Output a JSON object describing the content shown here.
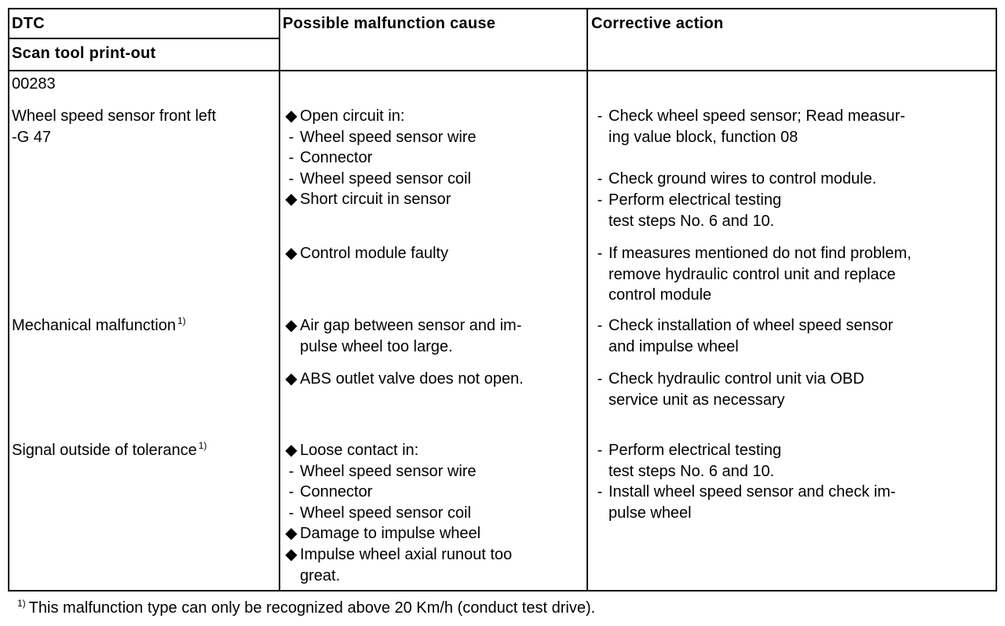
{
  "headers": {
    "dtc": "DTC",
    "scan_tool": "Scan tool print-out",
    "cause": "Possible malfunction cause",
    "action": "Corrective action"
  },
  "dtc_code": "00283",
  "sections": [
    {
      "dtc_lines": [
        "Wheel speed sensor front left",
        "-G 47"
      ],
      "causes": [
        {
          "marker": "◆",
          "text": "Open circuit in:"
        },
        {
          "marker": "-",
          "text": "Wheel speed sensor wire"
        },
        {
          "marker": "-",
          "text": "Connector"
        },
        {
          "marker": "-",
          "text": "Wheel speed sensor coil"
        },
        {
          "marker": "◆",
          "text": "Short circuit in sensor"
        },
        {
          "marker": "◆",
          "text": "Control module faulty"
        }
      ],
      "actions": [
        {
          "marker": "-",
          "lines": [
            "Check wheel speed sensor;  Read measur-",
            "ing value block, function 08"
          ]
        },
        {
          "marker": "-",
          "lines": [
            "Check ground wires to control module."
          ]
        },
        {
          "marker": "-",
          "lines": [
            "Perform electrical testing",
            "test steps No. 6 and 10."
          ]
        },
        {
          "marker": "-",
          "lines": [
            "If measures mentioned do not find problem,",
            "remove hydraulic control unit and replace",
            "control module"
          ]
        }
      ]
    },
    {
      "dtc_lines": [
        "Mechanical   malfunction"
      ],
      "footnote_ref": "1)",
      "causes": [
        {
          "marker": "◆",
          "lines": [
            "Air gap between sensor and im-",
            "pulse wheel too large."
          ]
        },
        {
          "marker": "◆",
          "lines": [
            "ABS outlet valve does not open."
          ]
        }
      ],
      "actions": [
        {
          "marker": "-",
          "lines": [
            "Check installation of wheel speed sensor",
            "and impulse wheel"
          ]
        },
        {
          "marker": "-",
          "lines": [
            "Check hydraulic control unit via OBD",
            "service unit as necessary"
          ]
        }
      ]
    },
    {
      "dtc_lines": [
        "Signal  outside  of  tolerance"
      ],
      "footnote_ref": "1)",
      "causes": [
        {
          "marker": "◆",
          "text": "Loose contact in:"
        },
        {
          "marker": "-",
          "text": "Wheel speed sensor wire"
        },
        {
          "marker": "-",
          "text": "Connector"
        },
        {
          "marker": "-",
          "text": "Wheel speed sensor coil"
        },
        {
          "marker": "◆",
          "text": "Damage to impulse wheel"
        },
        {
          "marker": "◆",
          "lines": [
            "Impulse wheel axial runout too",
            "great."
          ]
        }
      ],
      "actions": [
        {
          "marker": "-",
          "lines": [
            "Perform electrical testing",
            "test steps No. 6 and 10."
          ]
        },
        {
          "marker": "-",
          "lines": [
            "Install wheel speed sensor and check im-",
            "pulse wheel"
          ]
        }
      ]
    }
  ],
  "footnote": {
    "ref": "1)",
    "text": "This malfunction type can only be recognized above 20 Km/h (conduct test drive)."
  }
}
